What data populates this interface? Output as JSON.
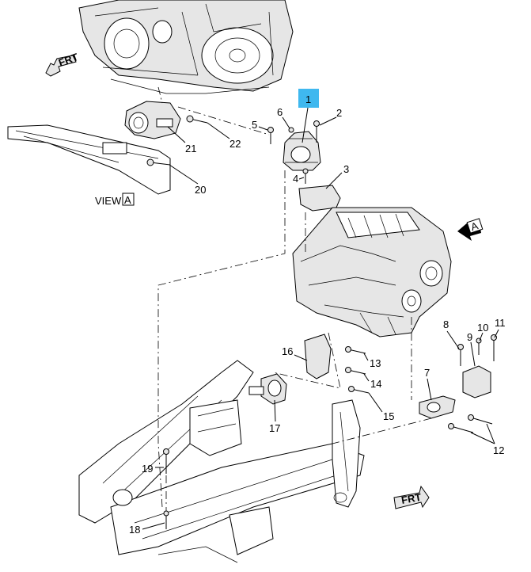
{
  "diagram": {
    "view_label": "VIEW",
    "view_letter": "A",
    "view_arrow_letter": "A",
    "frt_label": "FRT",
    "highlight_color": "#3fb8ef",
    "callouts": [
      {
        "id": "1",
        "text": "1"
      },
      {
        "id": "2",
        "text": "2"
      },
      {
        "id": "3",
        "text": "3"
      },
      {
        "id": "4",
        "text": "4"
      },
      {
        "id": "5",
        "text": "5"
      },
      {
        "id": "6",
        "text": "6"
      },
      {
        "id": "7",
        "text": "7"
      },
      {
        "id": "8",
        "text": "8"
      },
      {
        "id": "9",
        "text": "9"
      },
      {
        "id": "10",
        "text": "10"
      },
      {
        "id": "11",
        "text": "11"
      },
      {
        "id": "12",
        "text": "12"
      },
      {
        "id": "13",
        "text": "13"
      },
      {
        "id": "14",
        "text": "14"
      },
      {
        "id": "15",
        "text": "15"
      },
      {
        "id": "16",
        "text": "16"
      },
      {
        "id": "17",
        "text": "17"
      },
      {
        "id": "18",
        "text": "18"
      },
      {
        "id": "19",
        "text": "19"
      },
      {
        "id": "20",
        "text": "20"
      },
      {
        "id": "21",
        "text": "21"
      },
      {
        "id": "22",
        "text": "22"
      }
    ]
  }
}
